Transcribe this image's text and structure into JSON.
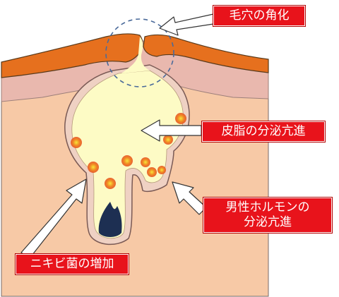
{
  "labels": {
    "pore_keratinization": "毛穴の角化",
    "sebum_secretion": "皮脂の分泌亢進",
    "male_hormone_line1": "男性ホルモンの",
    "male_hormone_line2": "分泌亢進",
    "acne_bacteria": "ニキビ菌の増加"
  },
  "colors": {
    "label_bg": "#e8131b",
    "label_text": "#ffffff",
    "skin_dermis": "#f7c9a6",
    "epidermis_pink": "#e9b8ae",
    "stratum_corneum": "#e6701e",
    "sebum": "#fdfbc5",
    "follicle_wall": "#efd1c3",
    "bacteria": "#ee5a1e",
    "blackhead": "#1d2f52"
  },
  "icons": [
    "arrow-icon",
    "dashed-circle"
  ]
}
